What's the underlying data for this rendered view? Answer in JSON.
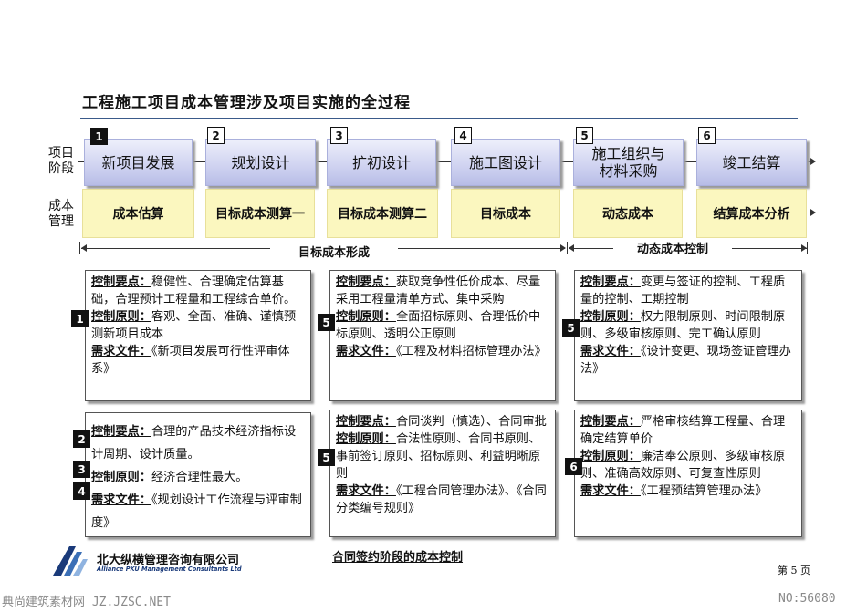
{
  "title": "工程施工项目成本管理涉及项目实施的全过程",
  "row_labels": {
    "stage": "项目\n阶段",
    "cost": "成本\n管理"
  },
  "stages": [
    {
      "num": "1",
      "label": "新项目发展"
    },
    {
      "num": "2",
      "label": "规划设计"
    },
    {
      "num": "3",
      "label": "扩初设计"
    },
    {
      "num": "4",
      "label": "施工图设计"
    },
    {
      "num": "5",
      "label": "施工组织与\n材料采购"
    },
    {
      "num": "6",
      "label": "竣工结算"
    }
  ],
  "cost_items": [
    "成本估算",
    "目标成本测算一",
    "目标成本测算二",
    "目标成本",
    "动态成本",
    "结算成本分析"
  ],
  "spans": {
    "left": "目标成本形成",
    "right": "动态成本控制"
  },
  "cards": {
    "c1": {
      "num": "1",
      "points_label": "控制要点：",
      "points": "稳健性、合理确定估算基础，合理预计工程量和工程综合单价。",
      "principle_label": "控制原则：",
      "principle": "客观、全面、准确、谨慎预测新项目成本",
      "doc_label": "需求文件：",
      "doc": "《新项目发展可行性评审体系》"
    },
    "c2": {
      "nums": [
        "2",
        "3",
        "4"
      ],
      "points_label": "控制要点：",
      "points": "合理的产品技术经济指标设计周期、设计质量。",
      "principle_label": "控制原则：",
      "principle": "经济合理性最大。",
      "doc_label": "需求文件：",
      "doc": "《规划设计工作流程与评审制度》"
    },
    "c3": {
      "num": "5",
      "points_label": "控制要点：",
      "points": "获取竞争性低价成本、尽量采用工程量清单方式、集中采购",
      "principle_label": "控制原则：",
      "principle": "全面招标原则、合理低价中标原则、透明公正原则",
      "doc_label": "需求文件：",
      "doc": "《工程及材料招标管理办法》"
    },
    "c4": {
      "num": "5",
      "points_label": "控制要点：",
      "points": "合同谈判（慎选）、合同审批",
      "principle_label": "控制原则：",
      "principle": "合法性原则、合同书原则、事前签订原则、招标原则、利益明晰原则",
      "doc_label": "需求文件：",
      "doc": "《工程合同管理办法》、《合同分类编号规则》"
    },
    "c5": {
      "num": "5",
      "points_label": "控制要点：",
      "points": "变更与签证的控制、工程质量的控制、工期控制",
      "principle_label": "控制原则：",
      "principle": "权力限制原则、时间限制原则、多级审核原则、完工确认原则",
      "doc_label": "需求文件：",
      "doc": "《设计变更、现场签证管理办法》"
    },
    "c6": {
      "num": "6",
      "points_label": "控制要点：",
      "points": "严格审核结算工程量、合理确定结算单价",
      "principle_label": "控制原则：",
      "principle": "廉洁奉公原则、多级审核原则、准确高效原则、可复查性原则",
      "doc_label": "需求文件：",
      "doc": "《工程预结算管理办法》"
    }
  },
  "caption": "合同签约阶段的成本控制",
  "logo": {
    "cn": "北大纵横管理咨询有限公司",
    "en": "Alliance PKU Management Consultants Ltd"
  },
  "page_no": "第 5 页",
  "watermark_left": "典尚建筑素材网 JZ.JZSC.NET",
  "watermark_right": "NO:56080",
  "colors": {
    "stage_fill": "#c9cdee",
    "cost_fill": "#fbf7bf",
    "rule": "#3a5a8a",
    "logo_blue": "#1a3a7a"
  }
}
